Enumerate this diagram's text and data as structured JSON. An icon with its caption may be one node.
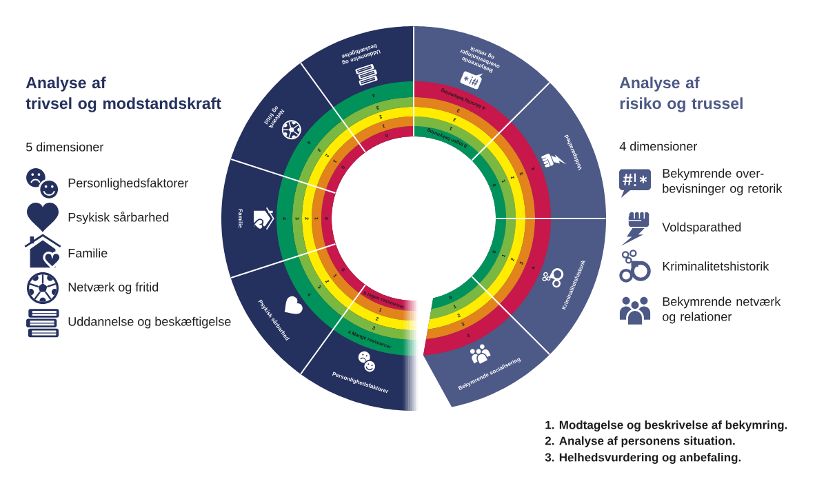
{
  "diagram": {
    "nodes": [
      {
        "text": [
          "Uddannelse og beskæftigelse"
        ]
      },
      {
        "text": [
          "0"
        ],
        "in": 0
      },
      {
        "text": [
          "1"
        ],
        "in": 0
      },
      {
        "text": [
          "2"
        ],
        "in": 0
      },
      {
        "text": [
          "3"
        ],
        "in": 0
      },
      {
        "text": [
          "4"
        ],
        "in": 0
      },
      {
        "text": [
          "Netværk og fritid"
        ]
      },
      {
        "text": [
          "0"
        ],
        "in": 6
      },
      {
        "text": [
          "1"
        ],
        "in": 6
      },
      {
        "text": [
          "2"
        ],
        "in": 6
      },
      {
        "text": [
          "3"
        ],
        "in": 6
      },
      {
        "text": [
          "4"
        ],
        "in": 6
      },
      {
        "text": [
          "Familie"
        ]
      },
      {
        "text": [
          "0"
        ],
        "in": 12
      },
      {
        "text": [
          "1"
        ],
        "in": 12
      },
      {
        "text": [
          "2"
        ],
        "in": 12
      },
      {
        "text": [
          "3"
        ],
        "in": 12
      },
      {
        "text": [
          "4"
        ],
        "in": 12
      },
      {
        "text": [
          "Psykisk sårbarhed"
        ]
      },
      {
        "text": [
          "0"
        ],
        "in": 18
      },
      {
        "text": [
          "1"
        ],
        "in": 18
      },
      {
        "text": [
          "2"
        ],
        "in": 18
      },
      {
        "text": [
          "3"
        ],
        "in": 18
      },
      {
        "text": [
          "4"
        ],
        "in": 18
      },
      {
        "text": [
          "Personlighedsfaktorer"
        ]
      },
      {
        "text": [
          "0 Ingen ressourcer"
        ],
        "in": 24
      },
      {
        "text": [
          "1"
        ],
        "in": 24
      },
      {
        "text": [
          "2"
        ],
        "in": 24
      },
      {
        "text": [
          "3"
        ],
        "in": 24
      },
      {
        "text": [
          "4 Mange ressourcer"
        ],
        "in": 24
      },
      {
        "text": [
          "Bekymrende overbevisninger og retorik"
        ]
      },
      {
        "text": [
          "0 Ingen bekymring"
        ],
        "in": 30
      },
      {
        "text": [
          "1"
        ],
        "in": 30
      },
      {
        "text": [
          "2"
        ],
        "in": 30
      },
      {
        "text": [
          "3"
        ],
        "in": 30
      },
      {
        "text": [
          "4 Alvorlig bekymring"
        ],
        "in": 30
      },
      {
        "text": [
          "Voldsparathed"
        ]
      },
      {
        "text": [
          "0"
        ],
        "in": 36
      },
      {
        "text": [
          "1"
        ],
        "in": 36
      },
      {
        "text": [
          "2"
        ],
        "in": 36
      },
      {
        "text": [
          "3"
        ],
        "in": 36
      },
      {
        "text": [
          "4"
        ],
        "in": 36
      },
      {
        "text": [
          "Kriminalitetshistorik"
        ]
      },
      {
        "text": [
          "0"
        ],
        "in": 42
      },
      {
        "text": [
          "1"
        ],
        "in": 42
      },
      {
        "text": [
          "2"
        ],
        "in": 42
      },
      {
        "text": [
          "3"
        ],
        "in": 42
      },
      {
        "text": [
          "4"
        ],
        "in": 42
      },
      {
        "text": [
          "Bekymrende socialisering"
        ]
      },
      {
        "text": [
          "0"
        ],
        "in": 48
      },
      {
        "text": [
          "1"
        ],
        "in": 48
      },
      {
        "text": [
          "2"
        ],
        "in": 48
      },
      {
        "text": [
          "3"
        ],
        "in": 48
      },
      {
        "text": [
          "4"
        ],
        "in": 48
      }
    ],
    "labels": [
      "Analyse af trivsel og modstandskraft",
      "Analyse af risiko og trussel",
      "5 dimensioner",
      "4 dimensioner",
      "1. Modtagelse og beskrivelse af bekymring.",
      "2. Analyse af personens situation.",
      "3. Helhedsvurdering og anbefaling."
    ],
    "legend": [
      {
        "text": "Personlighedsfaktorer"
      },
      {
        "text": "Psykisk sårbarhed"
      },
      {
        "text": "Familie"
      },
      {
        "text": "Netværk og fritid"
      },
      {
        "text": "Uddannelse og beskæftigelse"
      },
      {
        "text": "Bekymrende over- bevisninger og retorik"
      },
      {
        "text": "Voldsparathed"
      },
      {
        "text": "Kriminalitetshistorik"
      },
      {
        "text": "Bekymrende netværk og relationer"
      }
    ]
  }
}
